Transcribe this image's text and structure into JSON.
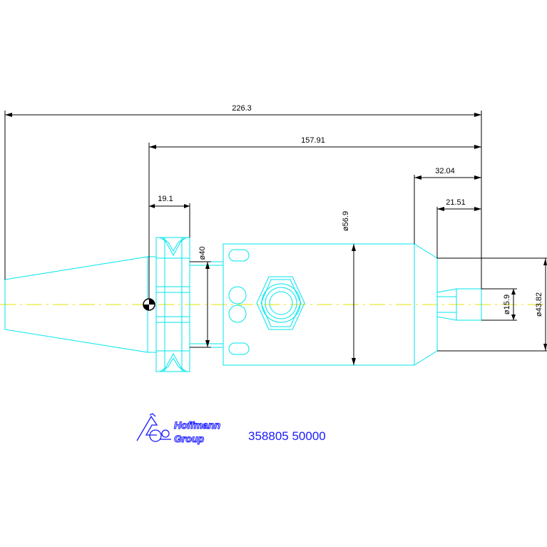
{
  "drawing": {
    "dimensions": {
      "overall_length": "226.3",
      "gauge_to_end": "157.91",
      "flange_width": "19.1",
      "body_dia_short": "32.04",
      "nose_length": "21.51",
      "flange_dia": "ø40",
      "body_dia": "ø56.9",
      "nose_dia": "ø15.9",
      "shank_dia": "ø43.82"
    },
    "logo": {
      "line1": "Hoffmann",
      "line2": "Group"
    },
    "part_number": "358805 50000",
    "colors": {
      "outline": "#00e5ee",
      "dimension": "#000000",
      "centerline": "#e6e600",
      "logo": "#1a1aff"
    }
  }
}
